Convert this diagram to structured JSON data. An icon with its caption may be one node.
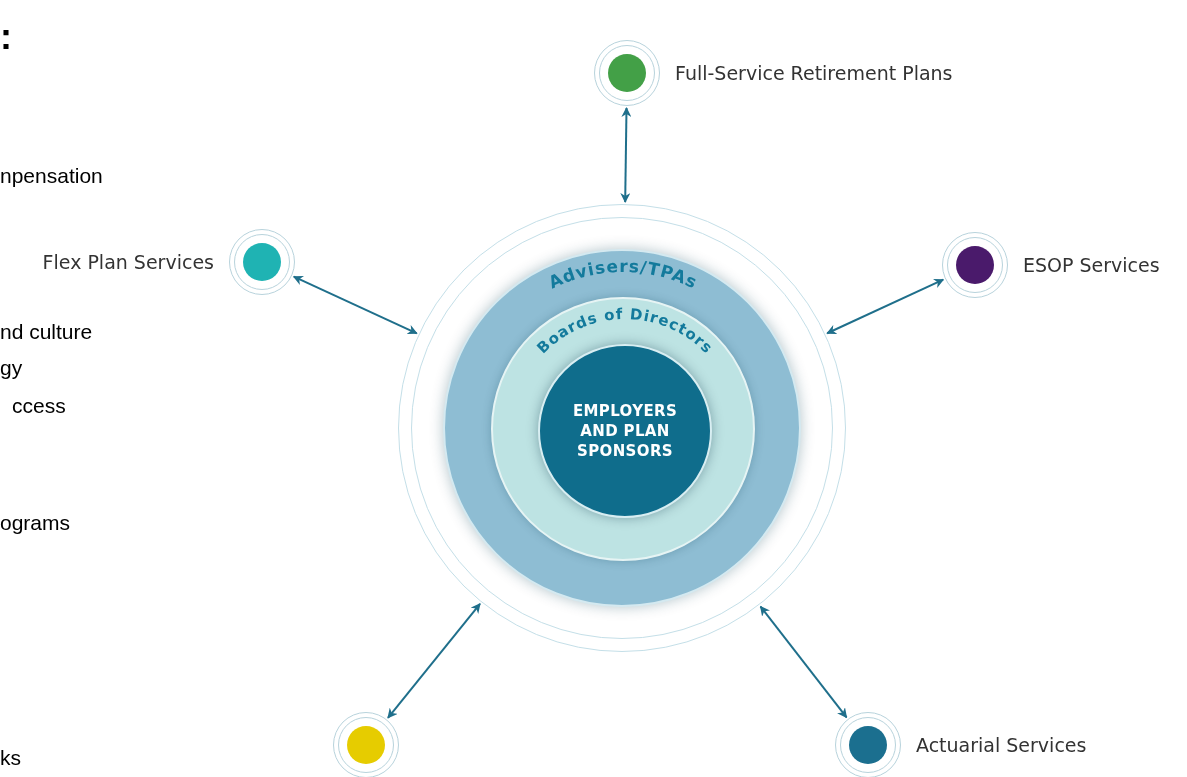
{
  "diagram": {
    "nodes": [
      {
        "text": [
          "Advisers/TPAs"
        ]
      },
      {
        "text": [
          "Boards of Directors"
        ],
        "in": 0
      },
      {
        "text": [
          "EMPLOYERS AND PLAN SPONSORS"
        ],
        "in": 1
      },
      {
        "text": [
          "Full-Service Retirement Plans"
        ]
      },
      {
        "text": [
          "Flex Plan Services"
        ]
      },
      {
        "text": [
          "ESOP Services"
        ]
      },
      {
        "text": [],
        "shape": "circle"
      },
      {
        "text": [
          "Actuarial Services"
        ]
      }
    ],
    "edges": [
      {
        "from": 3,
        "to": 0,
        "arrow": "both"
      },
      {
        "from": 4,
        "to": 0,
        "arrow": "both"
      },
      {
        "from": 5,
        "to": 0,
        "arrow": "both"
      },
      {
        "from": 6,
        "to": 0,
        "arrow": "both"
      },
      {
        "from": 7,
        "to": 0,
        "arrow": "both"
      }
    ],
    "labels": [
      ":",
      "npensation",
      "nd culture",
      "gy",
      "ccess",
      "ograms",
      "ks"
    ]
  }
}
